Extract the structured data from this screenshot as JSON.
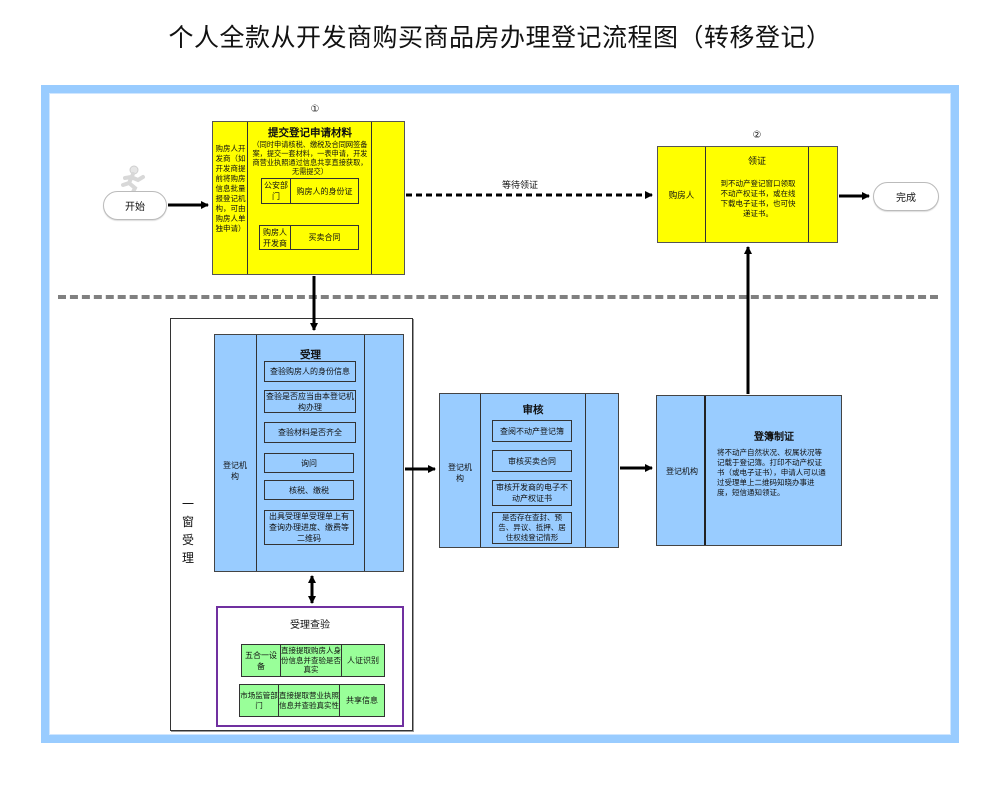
{
  "title": "个人全款从开发商购买商品房办理登记流程图（转移登记）",
  "start": {
    "label": "开始",
    "icon": "running-person-icon"
  },
  "end": {
    "label": "完成"
  },
  "wait_label": "等待领证",
  "step1": {
    "number": "①",
    "actor": "购房人开发商（如开发商提前将购房信息批量报登记机构，可由购房人单独申请）",
    "heading": "提交登记申请材料",
    "note": "（同时申请核税、缴税及合同网签备案，提交一套材料，一表申请，开发商营业执照通过信息共享直接获取，无需提交）",
    "rows": [
      {
        "party": "公安部门",
        "item": "购房人的身份证"
      },
      {
        "party": "购房人开发商",
        "item": "买卖合同"
      }
    ]
  },
  "step2": {
    "number": "②",
    "actor": "购房人",
    "heading": "领证",
    "desc": "到不动产登记窗口领取不动产权证书，或在线下载电子证书，也可快递证书。"
  },
  "window": {
    "label": "一窗受理",
    "actor": "登记机构",
    "heading": "受理",
    "items": [
      "查验购房人的身份信息",
      "查验是否应当由本登记机构办理",
      "查验材料是否齐全",
      "询问",
      "核税、缴税",
      "出具受理单受理单上有查询办理进度、缴费等二维码"
    ],
    "check": {
      "heading": "受理查验",
      "rows": [
        {
          "source": "五合一设备",
          "desc": "直接提取购房人身份信息并查验是否真实",
          "method": "人证识别"
        },
        {
          "source": "市场监管部门",
          "desc": "直接提取营业执照信息并查验真实性",
          "method": "共享信息"
        }
      ]
    }
  },
  "review": {
    "actor": "登记机构",
    "heading": "审核",
    "items": [
      "查阅不动产登记簿",
      "审核买卖合同",
      "审核开发商的电子不动产权证书",
      "是否存在查封、预告、异议、抵押、居住权线登记情形"
    ]
  },
  "register": {
    "actor": "登记机构",
    "heading": "登簿制证",
    "desc": "将不动产自然状况、权属状况等记载于登记簿。打印不动产权证书（或电子证书），申请人可以通过受理单上二维码知晓办事进度，短信通知领证。"
  },
  "colors": {
    "frame": "#99ccff",
    "yellow": "#ffff00",
    "blue": "#99ccff",
    "green": "#99ff99",
    "purple": "#7030a0",
    "dash": "#808080"
  }
}
